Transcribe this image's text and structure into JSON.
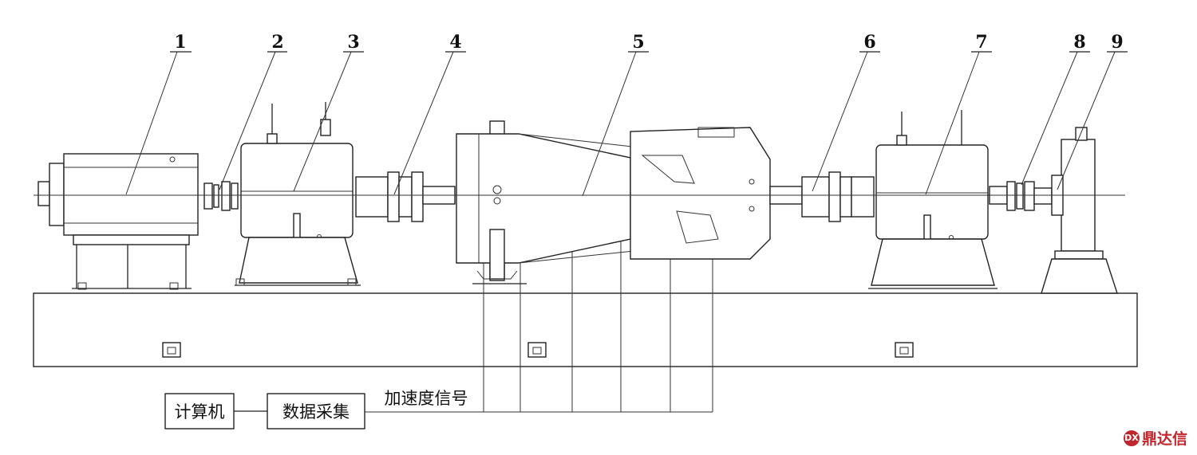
{
  "part_numbers": [
    "1",
    "2",
    "3",
    "4",
    "5",
    "6",
    "7",
    "8",
    "9"
  ],
  "boxes": {
    "computer": "计算机",
    "data_acquisition": "数据采集"
  },
  "signal_label": "加速度信号",
  "brand": {
    "mark": "DX",
    "text": "鼎达信",
    "color": "#c0262d"
  }
}
